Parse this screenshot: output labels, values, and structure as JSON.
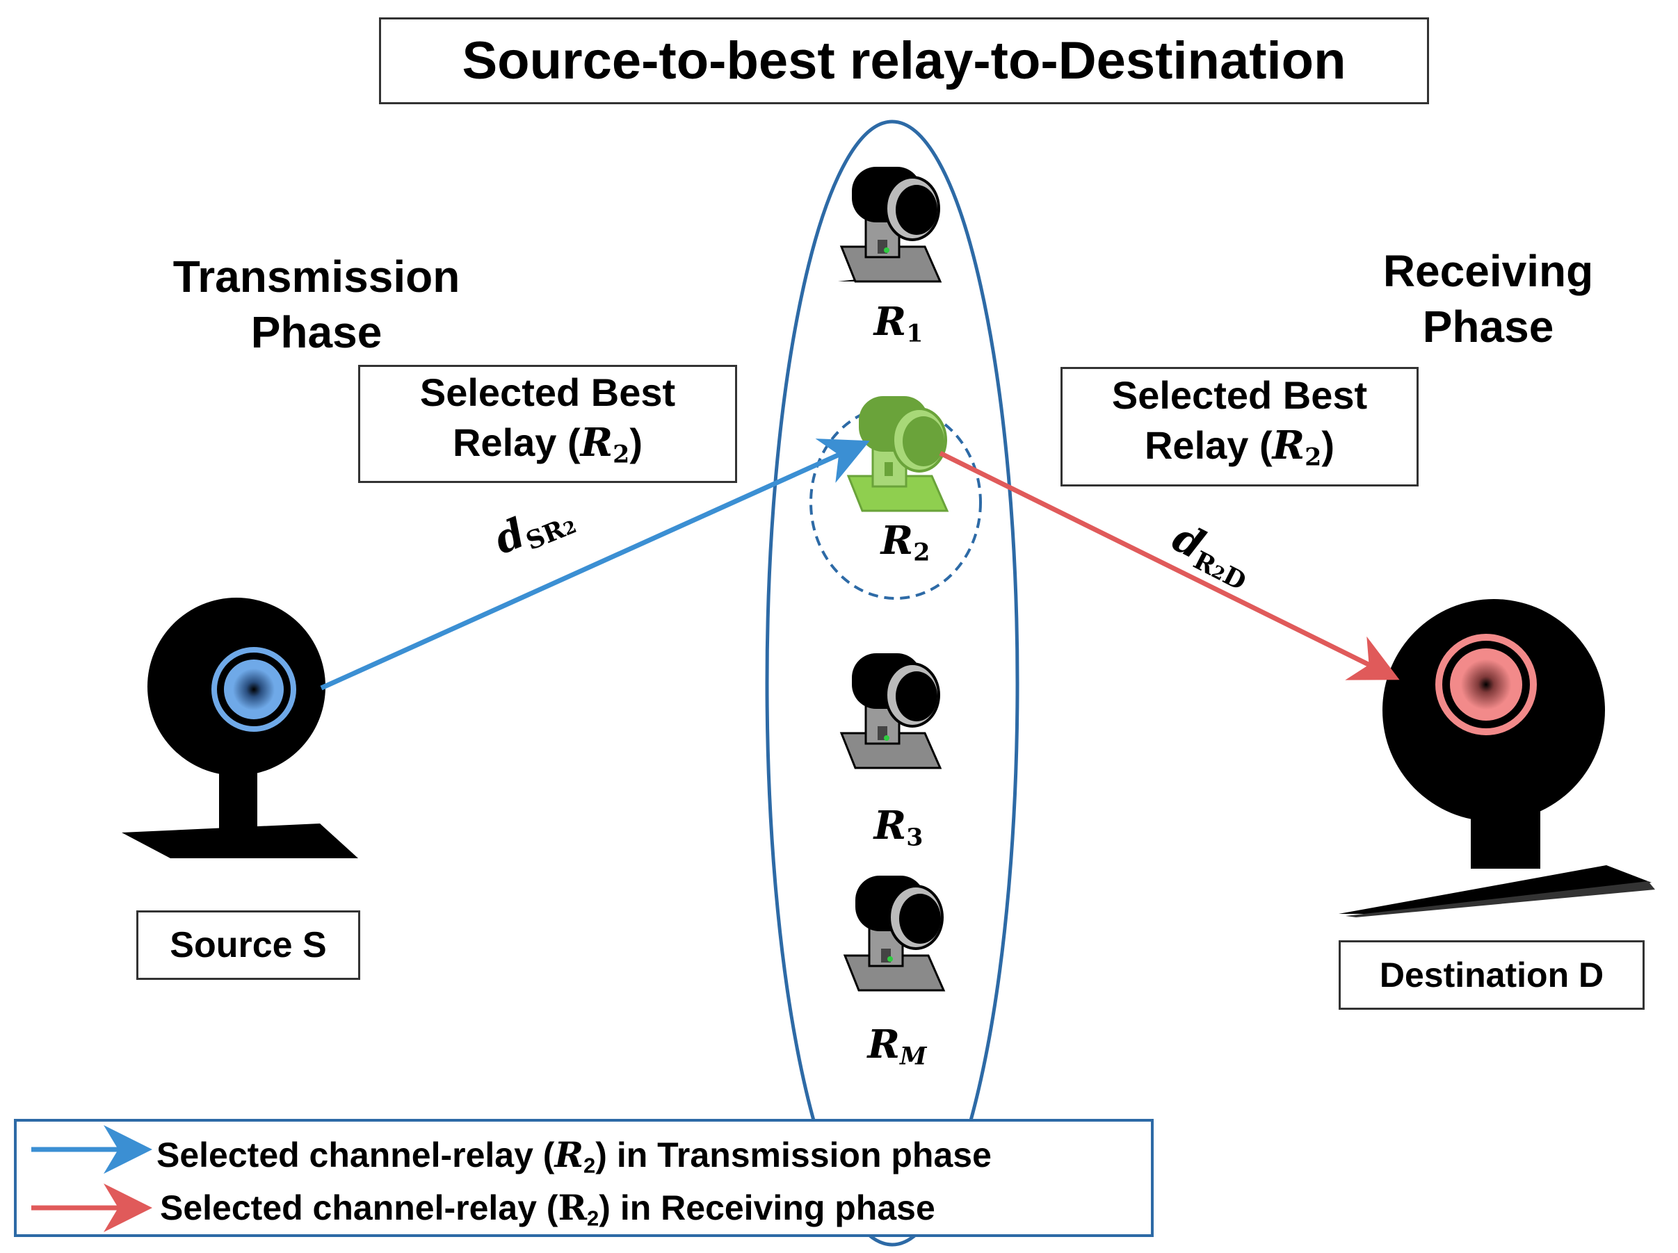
{
  "title": "Source-to-best relay-to-Destination",
  "transmission_phase": {
    "line1": "Transmission",
    "line2": "Phase"
  },
  "receiving_phase": {
    "line1": "Receiving",
    "line2": "Phase"
  },
  "selected_box_left": {
    "line1": "Selected Best",
    "line2_prefix": "Relay (",
    "relay_var": "R",
    "relay_sub": "2",
    "line2_suffix": ")"
  },
  "selected_box_right": {
    "line1": "Selected Best",
    "line2_prefix": "Relay (",
    "relay_var": "R",
    "relay_sub": "2",
    "line2_suffix": ")"
  },
  "relays": [
    {
      "var": "R",
      "sub": "1"
    },
    {
      "var": "R",
      "sub": "2"
    },
    {
      "var": "R",
      "sub": "3"
    },
    {
      "var": "R",
      "sub": "M"
    }
  ],
  "distance_sr": {
    "var": "d",
    "sub": "SR",
    "subsub": "2"
  },
  "distance_rd": {
    "var": "d",
    "sub": "R",
    "subsub": "2",
    "sub_tail": "D"
  },
  "source_label": "Source S",
  "destination_label": "Destination D",
  "legend": [
    {
      "prefix": "Selected channel-relay (",
      "var": "R",
      "sub": "2",
      "suffix": ") in Transmission  phase",
      "color": "#3b8fd3"
    },
    {
      "prefix": "Selected channel-relay (",
      "var": "R",
      "sub": "2",
      "suffix": ") in Receiving phase",
      "color": "#e05a5a"
    }
  ],
  "colors": {
    "transmission_arrow": "#3b8fd3",
    "receiving_arrow": "#e05a5a",
    "ellipse": "#2d6aa6",
    "selected_relay": "#6aa33a",
    "source_lens": "#6fa9e8",
    "destination_lens": "#f28a8a"
  }
}
